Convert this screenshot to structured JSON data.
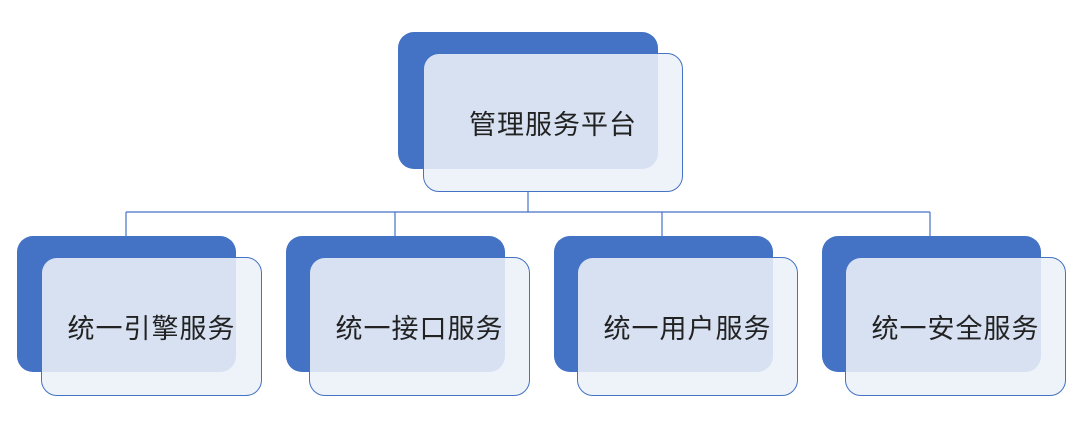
{
  "colors": {
    "accent": "#4472C4",
    "card_fill": "#ECF0F8",
    "connector": "#4472C4",
    "text": "#222222"
  },
  "root": {
    "label": "管理服务平台"
  },
  "children": [
    {
      "label": "统一引擎服务"
    },
    {
      "label": "统一接口服务"
    },
    {
      "label": "统一用户服务"
    },
    {
      "label": "统一安全服务"
    }
  ]
}
